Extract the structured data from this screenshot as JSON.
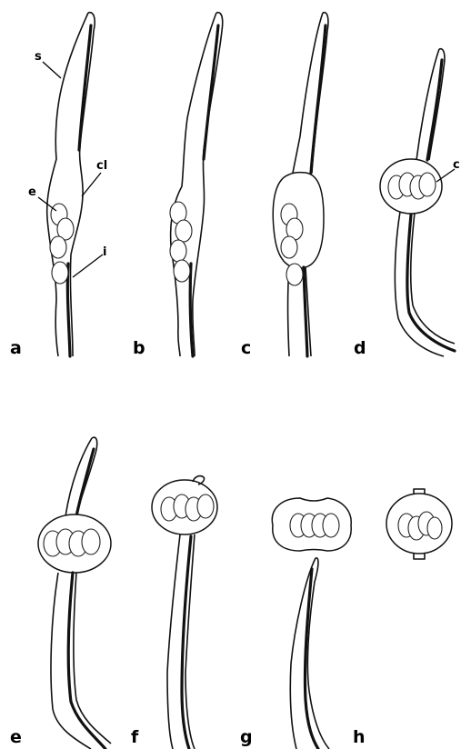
{
  "figure": {
    "panels": [
      {
        "letter": "a"
      },
      {
        "letter": "b"
      },
      {
        "letter": "c"
      },
      {
        "letter": "d"
      },
      {
        "letter": "e"
      },
      {
        "letter": "f"
      },
      {
        "letter": "g"
      },
      {
        "letter": "h"
      }
    ],
    "callouts": {
      "s": "s",
      "cl": "cl",
      "e": "e",
      "i": "i",
      "c": "c"
    }
  }
}
